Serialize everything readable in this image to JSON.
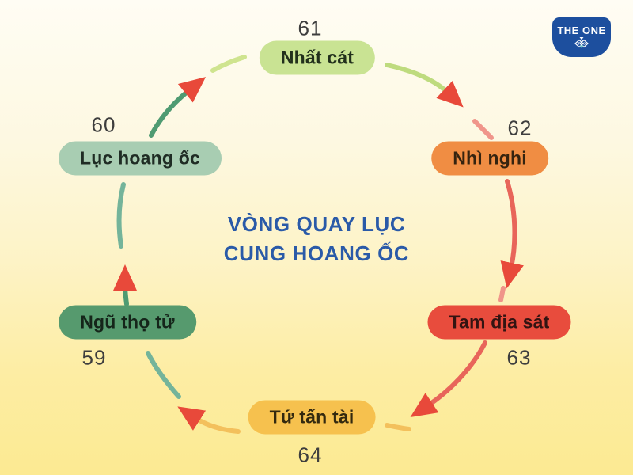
{
  "title": {
    "line1": "VÒNG QUAY LỤC",
    "line2": "CUNG HOANG ỐC"
  },
  "logo": {
    "name": "THE ONE"
  },
  "colors": {
    "title_text": "#2a5aa8",
    "arrow": "#e8493a",
    "arc_green_light": "#bedb7e",
    "arc_green_pale": "#cfe48f",
    "arc_pink": "#f0958a",
    "arc_red": "#e8655a",
    "arc_yellow": "#f3c05c",
    "arc_teal": "#74b49a",
    "arc_teal_dark": "#4f9b72",
    "logo_bg": "#1d4f9e"
  },
  "nodes": [
    {
      "label": "Nhất cát",
      "number": "61",
      "bg": "#c9e393",
      "text": "#22301c"
    },
    {
      "label": "Nhì nghi",
      "number": "62",
      "bg": "#f08d43",
      "text": "#35230f"
    },
    {
      "label": "Tam địa sát",
      "number": "63",
      "bg": "#e84c3d",
      "text": "#331412"
    },
    {
      "label": "Tứ tấn tài",
      "number": "64",
      "bg": "#f6c14e",
      "text": "#33290f"
    },
    {
      "label": "Ngũ thọ tử",
      "number": "59",
      "bg": "#569a6e",
      "text": "#15251a"
    },
    {
      "label": "Lục hoang ốc",
      "number": "60",
      "bg": "#a8cdb2",
      "text": "#1f2c24"
    }
  ]
}
